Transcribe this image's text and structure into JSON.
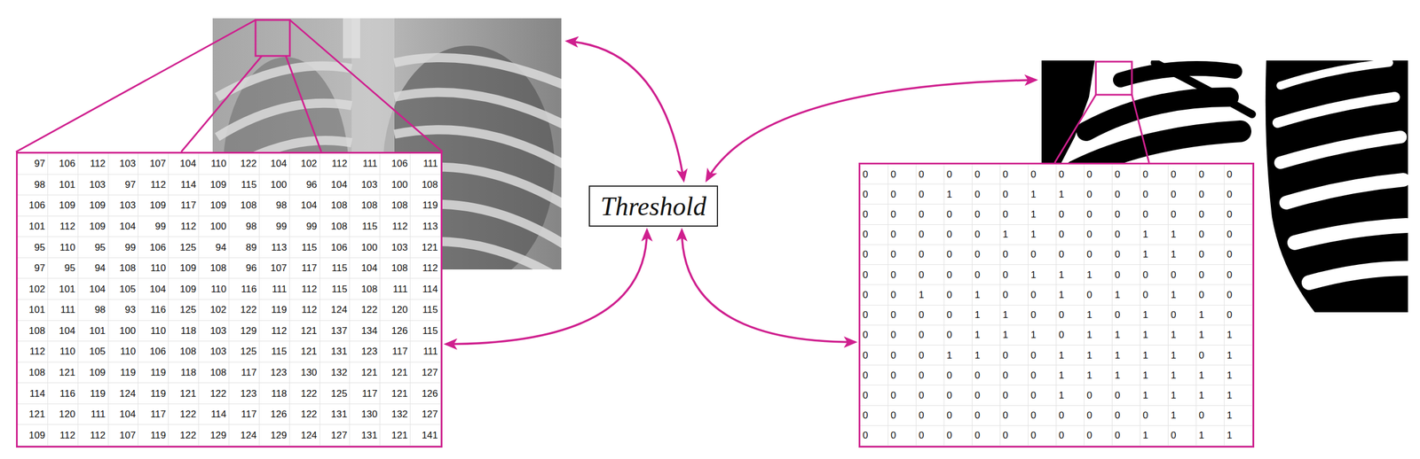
{
  "diagram": {
    "nodes": [
      {
        "text": [
          "97",
          "106",
          "112",
          "103",
          "107",
          "104",
          "110",
          "122",
          "104",
          "102",
          "112",
          "111",
          "106",
          "111",
          "98",
          "101",
          "103",
          "97",
          "112",
          "114",
          "109",
          "115",
          "100",
          "96",
          "104",
          "103",
          "100",
          "108",
          "106",
          "109",
          "109",
          "103",
          "109",
          "117",
          "109",
          "108",
          "98",
          "104",
          "108",
          "108",
          "108",
          "119",
          "101",
          "112",
          "109",
          "104",
          "99",
          "112",
          "100",
          "98",
          "99",
          "99",
          "108",
          "115",
          "112",
          "113",
          "95",
          "110",
          "95",
          "99",
          "106",
          "125",
          "94",
          "89",
          "113",
          "115",
          "106",
          "100",
          "103",
          "121",
          "97",
          "95",
          "94",
          "108",
          "110",
          "109",
          "108",
          "96",
          "107",
          "117",
          "115",
          "104",
          "108",
          "112",
          "102",
          "101",
          "104",
          "105",
          "104",
          "109",
          "110",
          "116",
          "111",
          "112",
          "115",
          "108",
          "111",
          "114",
          "101",
          "111",
          "98",
          "93",
          "116",
          "125",
          "102",
          "122",
          "119",
          "112",
          "124",
          "122",
          "120",
          "115",
          "108",
          "104",
          "101",
          "100",
          "110",
          "118",
          "103",
          "129",
          "112",
          "121",
          "137",
          "134",
          "126",
          "115",
          "112",
          "110",
          "105",
          "110",
          "106",
          "108",
          "103",
          "125",
          "115",
          "121",
          "131",
          "123",
          "117",
          "111",
          "108",
          "121",
          "109",
          "119",
          "119",
          "118",
          "108",
          "117",
          "123",
          "130",
          "132",
          "121",
          "121",
          "127",
          "114",
          "116",
          "119",
          "124",
          "119",
          "121",
          "122",
          "123",
          "118",
          "122",
          "125",
          "117",
          "121",
          "126",
          "121",
          "120",
          "111",
          "104",
          "117",
          "122",
          "114",
          "117",
          "126",
          "122",
          "131",
          "130",
          "132",
          "127",
          "109",
          "112",
          "112",
          "107",
          "119",
          "122",
          "129",
          "124",
          "129",
          "124",
          "127",
          "131",
          "121",
          "141"
        ]
      },
      {
        "text": [
          "Threshold"
        ]
      },
      {
        "text": [
          "0",
          "0",
          "0",
          "0",
          "0",
          "0",
          "0",
          "0",
          "0",
          "0",
          "0",
          "0",
          "0",
          "0",
          "0",
          "0",
          "0",
          "1",
          "0",
          "0",
          "1",
          "1",
          "0",
          "0",
          "0",
          "0",
          "0",
          "0",
          "0",
          "0",
          "0",
          "0",
          "0",
          "0",
          "1",
          "0",
          "0",
          "0",
          "0",
          "0",
          "0",
          "0",
          "0",
          "0",
          "0",
          "0",
          "0",
          "1",
          "1",
          "0",
          "0",
          "0",
          "1",
          "1",
          "0",
          "0",
          "0",
          "0",
          "0",
          "0",
          "0",
          "0",
          "0",
          "0",
          "0",
          "0",
          "1",
          "1",
          "0",
          "0",
          "0",
          "0",
          "0",
          "0",
          "0",
          "0",
          "1",
          "1",
          "1",
          "0",
          "0",
          "0",
          "0",
          "0",
          "0",
          "0",
          "1",
          "0",
          "1",
          "0",
          "0",
          "1",
          "0",
          "1",
          "0",
          "1",
          "0",
          "0",
          "0",
          "0",
          "0",
          "0",
          "1",
          "1",
          "0",
          "0",
          "1",
          "0",
          "1",
          "0",
          "1",
          "0",
          "0",
          "0",
          "0",
          "0",
          "1",
          "1",
          "1",
          "0",
          "1",
          "1",
          "1",
          "1",
          "1",
          "1",
          "0",
          "0",
          "0",
          "1",
          "1",
          "0",
          "0",
          "1",
          "1",
          "1",
          "1",
          "1",
          "0",
          "1",
          "0",
          "0",
          "0",
          "0",
          "0",
          "0",
          "0",
          "1",
          "1",
          "1",
          "1",
          "1",
          "1",
          "1",
          "0",
          "0",
          "0",
          "0",
          "0",
          "0",
          "0",
          "1",
          "0",
          "0",
          "1",
          "1",
          "1",
          "1",
          "0",
          "0",
          "0",
          "0",
          "0",
          "0",
          "0",
          "0",
          "0",
          "0",
          "0",
          "1",
          "0",
          "1",
          "0",
          "0",
          "0",
          "0",
          "0",
          "0",
          "0",
          "0",
          "0",
          "0",
          "1",
          "0",
          "1",
          "1"
        ]
      }
    ],
    "edges": [
      {
        "from": 0,
        "to": 1,
        "arrow": "both"
      },
      {
        "from": 1,
        "to": 2,
        "arrow": "both"
      }
    ]
  }
}
